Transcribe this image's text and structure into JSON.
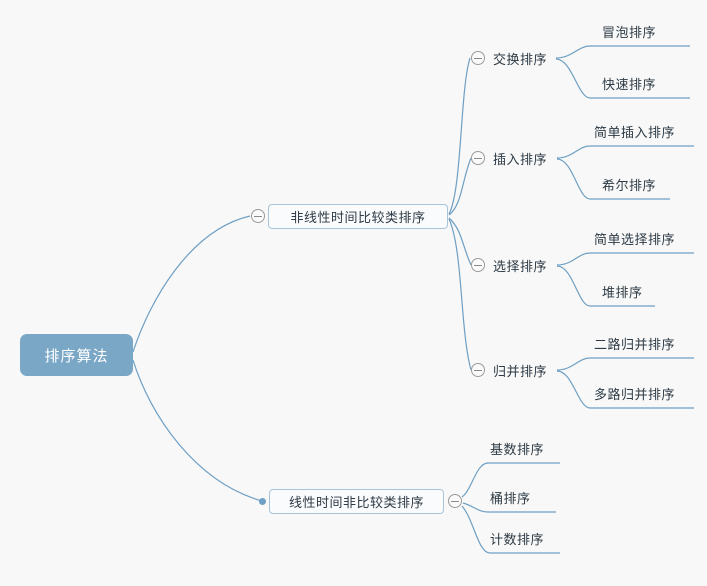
{
  "diagram": {
    "title": "排序算法",
    "type": "mindmap",
    "background_color": "#f7f8f7",
    "root_fill_color": "#7ba7c7",
    "root_text_color": "#ffffff",
    "edge_color": "#6f9fc4",
    "node_border_color": "#a8c4da",
    "node_text_color": "#2e3a45",
    "toggle_icon": "collapse-minus-circle"
  },
  "root": {
    "label": "排序算法"
  },
  "branches": [
    {
      "label": "非线性时间比较类排序",
      "toggle": "collapse",
      "children": [
        {
          "label": "交换排序",
          "toggle": "collapse",
          "children": [
            {
              "label": "冒泡排序"
            },
            {
              "label": "快速排序"
            }
          ]
        },
        {
          "label": "插入排序",
          "toggle": "collapse",
          "children": [
            {
              "label": "简单插入排序"
            },
            {
              "label": "希尔排序"
            }
          ]
        },
        {
          "label": "选择排序",
          "toggle": "collapse",
          "children": [
            {
              "label": "简单选择排序"
            },
            {
              "label": "堆排序"
            }
          ]
        },
        {
          "label": "归并排序",
          "toggle": "collapse",
          "children": [
            {
              "label": "二路归并排序"
            },
            {
              "label": "多路归并排序"
            }
          ]
        }
      ]
    },
    {
      "label": "线性时间非比较类排序",
      "toggle": "collapse",
      "children": [
        {
          "label": "基数排序"
        },
        {
          "label": "桶排序"
        },
        {
          "label": "计数排序"
        }
      ]
    }
  ]
}
